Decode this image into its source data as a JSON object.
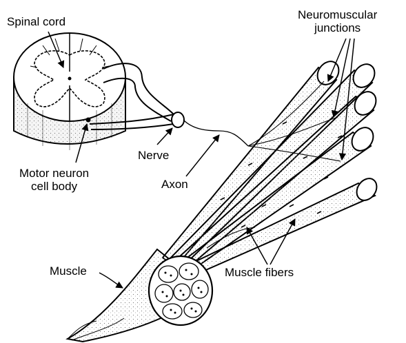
{
  "labels": {
    "spinal_cord": "Spinal cord",
    "neuromuscular_line1": "Neuromuscular",
    "neuromuscular_line2": "junctions",
    "nerve": "Nerve",
    "motor_neuron_line1": "Motor neuron",
    "motor_neuron_line2": "cell body",
    "axon": "Axon",
    "muscle": "Muscle",
    "muscle_fibers": "Muscle fibers"
  },
  "colors": {
    "ink": "#000000",
    "paper": "#ffffff",
    "shade": "#dcdcdc"
  }
}
